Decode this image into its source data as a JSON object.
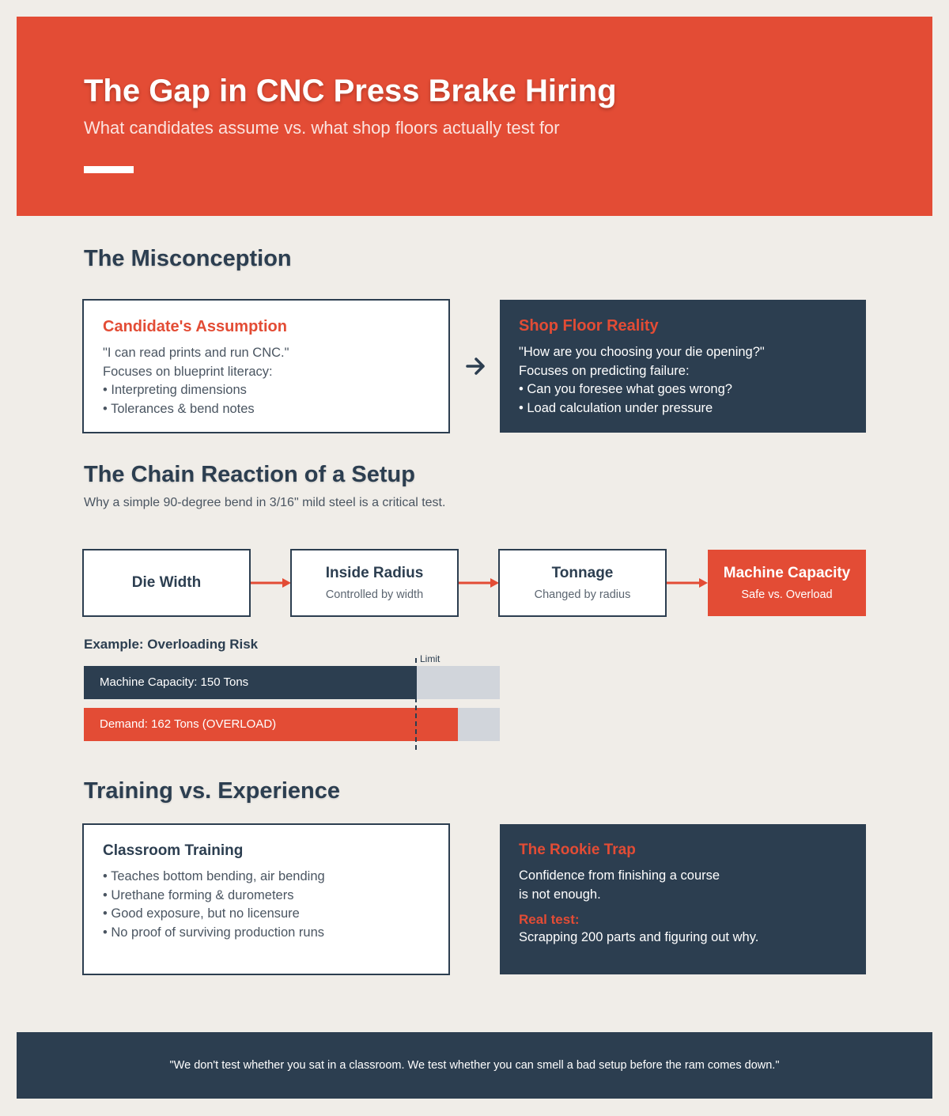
{
  "header": {
    "title": "The Gap in CNC Press Brake Hiring",
    "subtitle": "What candidates assume vs. what shop floors actually test for"
  },
  "misconception": {
    "heading": "The Misconception",
    "assumption": {
      "title": "Candidate's Assumption",
      "lines": [
        "\"I can read prints and run CNC.\"",
        "Focuses on blueprint literacy:",
        "• Interpreting dimensions",
        "• Tolerances & bend notes"
      ]
    },
    "reality": {
      "title": "Shop Floor Reality",
      "lines": [
        "\"How are you choosing your die opening?\"",
        "Focuses on predicting failure:",
        "• Can you foresee what goes wrong?",
        "• Load calculation under pressure"
      ]
    },
    "arrow_icon": "arrow-right-icon"
  },
  "chain": {
    "heading": "The Chain Reaction of a Setup",
    "subheading": "Why a simple 90-degree bend in 3/16\" mild steel is a critical test.",
    "steps": [
      {
        "title": "Die Width",
        "sub": ""
      },
      {
        "title": "Inside Radius",
        "sub": "Controlled by width"
      },
      {
        "title": "Tonnage",
        "sub": "Changed by radius"
      },
      {
        "title": "Machine Capacity",
        "sub": "Safe vs. Overload"
      }
    ]
  },
  "example": {
    "label": "Example: Overloading Risk",
    "limit_label": "Limit",
    "capacity": {
      "label": "Machine Capacity: 150 Tons",
      "fraction": 0.8
    },
    "demand": {
      "label": "Demand: 162 Tons (OVERLOAD)",
      "fraction": 0.9
    }
  },
  "training": {
    "heading": "Training vs. Experience",
    "classroom": {
      "title": "Classroom Training",
      "lines": [
        "• Teaches bottom bending, air bending",
        "• Urethane forming & durometers",
        "• Good exposure, but no licensure",
        "• No proof of surviving production runs"
      ]
    },
    "rookie": {
      "title": "The Rookie Trap",
      "lines": [
        "Confidence from finishing a course",
        "is not enough."
      ],
      "real_label": "Real test:",
      "real_text": "Scrapping 200 parts and figuring out why."
    }
  },
  "footer": {
    "quote": "\"We don't test whether you sat in a classroom. We test whether you can smell a bad setup before the ram comes down.\""
  },
  "colors": {
    "accent": "#e34c35",
    "navy": "#2c3e50",
    "background": "#f0ede8",
    "track": "#d1d5db"
  }
}
